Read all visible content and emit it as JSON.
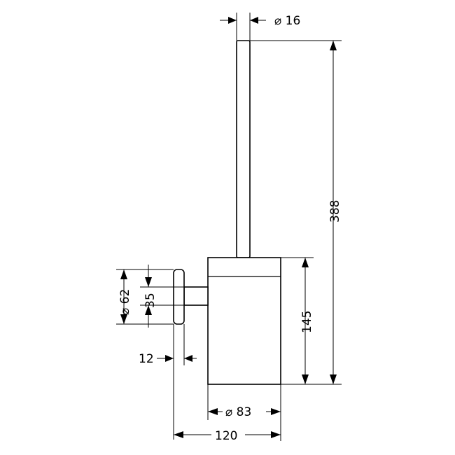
{
  "dimensions": {
    "handle_diameter": "⌀ 16",
    "total_height": "388",
    "container_height": "145",
    "flange_diameter": "⌀ 62",
    "mount_height": "35",
    "flange_thickness": "12",
    "container_diameter": "⌀ 83",
    "total_depth": "120"
  }
}
